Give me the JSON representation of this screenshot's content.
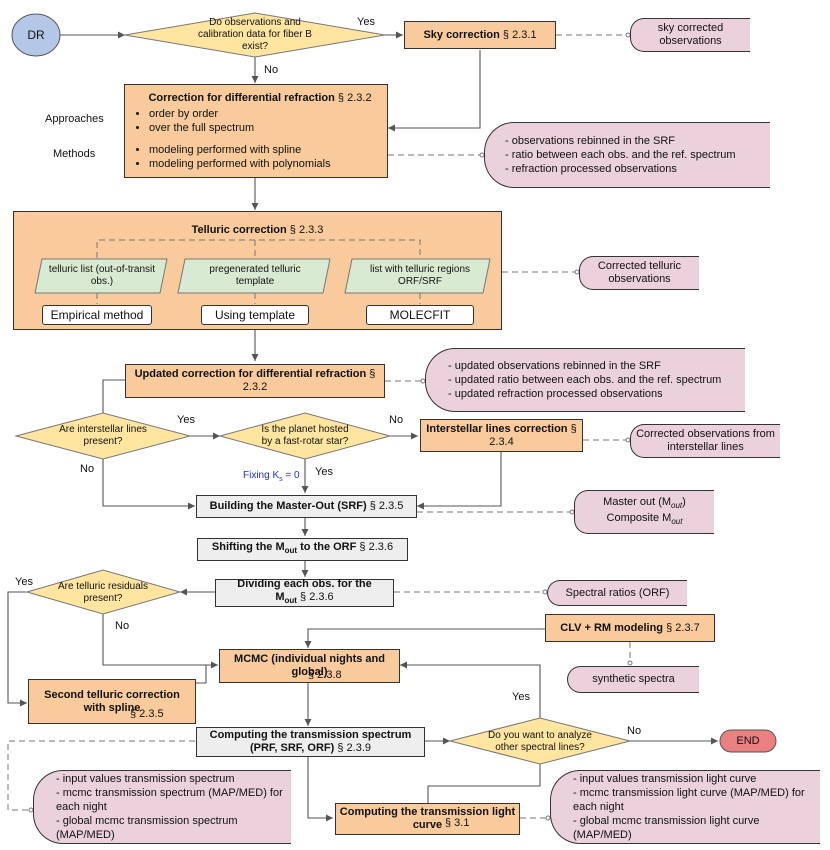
{
  "start": "DR",
  "end": "END",
  "q_fiber_b": "Do observations and calibration data for fiber B exist?",
  "yes": "Yes",
  "no": "No",
  "sky": {
    "title": "Sky correction",
    "ref": "§ 2.3.1",
    "output": "sky corrected observations"
  },
  "diffref": {
    "title": "Correction for differential refraction",
    "ref": "§ 2.3.2",
    "approaches_label": "Approaches",
    "approaches": [
      "order by order",
      "over the full spectrum"
    ],
    "methods_label": "Methods",
    "methods": [
      "modeling performed with spline",
      "modeling performed with polynomials"
    ],
    "outputs": [
      "observations rebinned in the SRF",
      "ratio between each obs. and the ref. spectrum",
      "refraction processed observations"
    ]
  },
  "telluric": {
    "title": "Telluric correction",
    "ref": "§ 2.3.3",
    "inputs": [
      "telluric list (out-of-transit obs.)",
      "pregenerated telluric template",
      "list with telluric regions ORF/SRF"
    ],
    "methods": [
      "Empirical method",
      "Using template",
      "MOLECFIT"
    ],
    "output": "Corrected telluric observations"
  },
  "updated": {
    "title": "Updated correction for differential refraction",
    "ref": "§ 2.3.2",
    "outputs": [
      "updated observations rebinned in the SRF",
      "updated ratio between each obs. and the ref. spectrum",
      "updated refraction processed observations"
    ]
  },
  "q_interstellar": "Are interstellar lines present?",
  "q_fastrot": "Is the planet hosted by a fast-rotar star?",
  "interstellar": {
    "title": "Interstellar lines correction",
    "ref": "§ 2.3.4",
    "output": "Corrected observations from interstellar lines"
  },
  "fixing_ks": "Fixing K",
  "fixing_ks_sub": "s",
  "fixing_ks_tail": " = 0",
  "masterout": {
    "title": "Building the Master-Out (SRF)",
    "ref": "§ 2.3.5",
    "out1": "Master out (M",
    "out2": "Composite M",
    "sub": "out"
  },
  "shifting": {
    "pre": "Shifting the M",
    "sub": "out",
    "post": " to the ORF",
    "ref": "§ 2.3.6"
  },
  "dividing": {
    "pre": "Dividing each obs. for the",
    "m": "M",
    "sub": "out",
    "ref": "§ 2.3.6",
    "output": "Spectral ratios (ORF)"
  },
  "q_telluric_res": "Are telluric residuals present?",
  "clv": {
    "title": "CLV + RM modeling",
    "ref": "§ 2.3.7",
    "output": "synthetic spectra"
  },
  "mcmc": {
    "title": "MCMC (individual nights and global)",
    "ref": "§ 2.3.8"
  },
  "second_tell": {
    "title": "Second telluric correction with spline",
    "ref": "§ 2.3.5"
  },
  "transmission": {
    "title": "Computing the transmission spectrum",
    "sub": "(PRF, SRF, ORF)",
    "ref": "§ 2.3.9",
    "outputs": [
      "input values transmission spectrum",
      "mcmc transmission spectrum (MAP/MED) for each night",
      "global mcmc transmission spectrum (MAP/MED)"
    ]
  },
  "q_other_lines": "Do you want to analyze other spectral lines?",
  "lightcurve": {
    "title": "Computing the transmission light curve",
    "ref": "§ 3.1",
    "outputs": [
      "input values transmission light curve",
      "mcmc transmission light curve (MAP/MED) for each night",
      "global mcmc transmission light curve (MAP/MED)"
    ]
  },
  "colors": {
    "process": "#f9cb9c",
    "decision": "#ffe5a0",
    "input": "#d9ead3",
    "output": "#ead1dc",
    "neutral": "#eeeeee",
    "start": "#b4c7e7",
    "end": "#ea8080",
    "fixing": "#1f2fd0"
  }
}
